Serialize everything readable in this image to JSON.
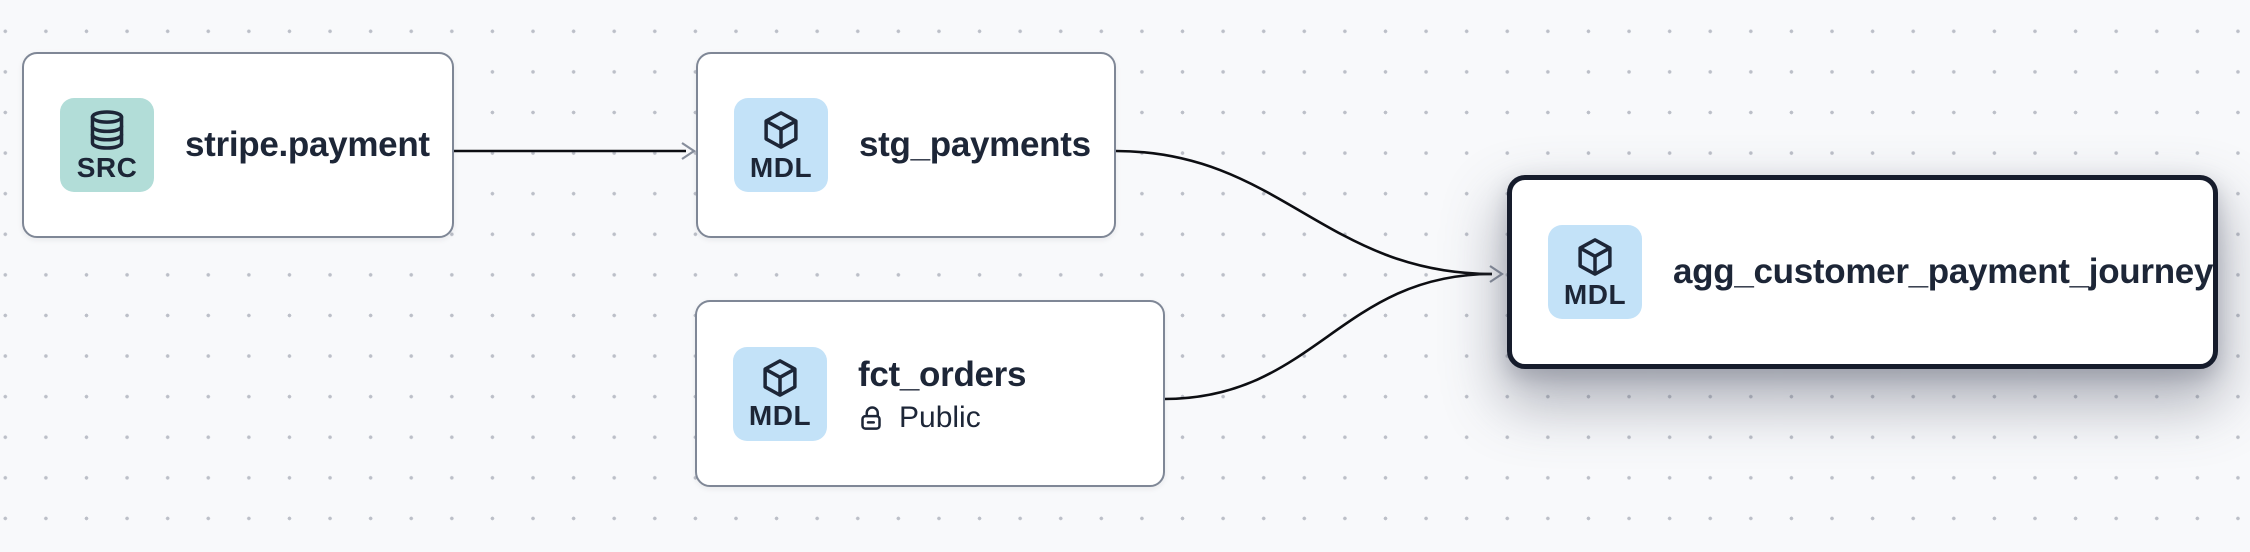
{
  "app": {
    "view": "lineage-graph"
  },
  "colors": {
    "canvas_background": "#f8f9fb",
    "dot_grid": "#8a909e",
    "node_border": "#7f8796",
    "selected_node_border": "#161c2c",
    "edge_stroke": "#0d0e12",
    "arrowhead": "#878e9c",
    "badge_source_bg": "#b2ddd8",
    "badge_model_bg": "#c3e2f8",
    "text": "#1d2637"
  },
  "nodes": [
    {
      "id": "stripe.payment",
      "title": "stripe.payment",
      "badge": {
        "label": "SRC",
        "icon": "database-icon",
        "bg": "#b2ddd8"
      },
      "selected": false
    },
    {
      "id": "stg_payments",
      "title": "stg_payments",
      "badge": {
        "label": "MDL",
        "icon": "cube-icon",
        "bg": "#c3e2f8"
      },
      "selected": false
    },
    {
      "id": "fct_orders",
      "title": "fct_orders",
      "subtitle": "Public",
      "subtitle_icon": "unlock-icon",
      "badge": {
        "label": "MDL",
        "icon": "cube-icon",
        "bg": "#c3e2f8"
      },
      "selected": false
    },
    {
      "id": "agg_customer_payment_journey",
      "title": "agg_customer_payment_journey",
      "badge": {
        "label": "MDL",
        "icon": "cube-icon",
        "bg": "#c3e2f8"
      },
      "selected": true
    }
  ],
  "edges": [
    {
      "from": "stripe.payment",
      "to": "stg_payments"
    },
    {
      "from": "stg_payments",
      "to": "agg_customer_payment_journey"
    },
    {
      "from": "fct_orders",
      "to": "agg_customer_payment_journey"
    }
  ]
}
